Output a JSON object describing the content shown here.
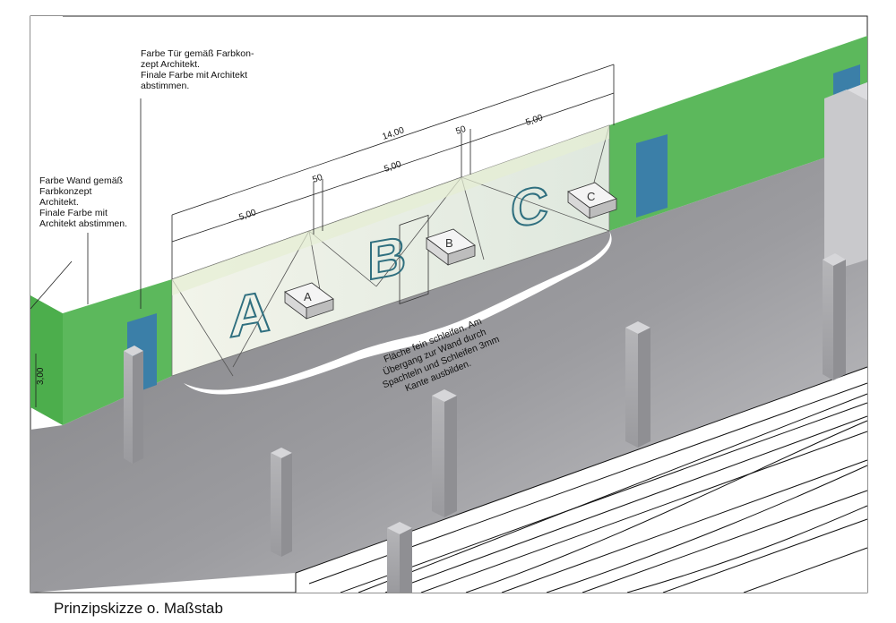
{
  "notes": {
    "door_color": "Farbe Tür gemäß Farbkon-\nzept Architekt.\nFinale Farbe mit Architekt\nabstimmen.",
    "wall_color": "Farbe Wand gemäß\nFarbkonzept\nArchitekt.\nFinale Farbe mit\nArchitekt abstimmen.",
    "floor": [
      "Fläche fein schleifen. Am",
      "Übergang zur Wand durch",
      "Spachteln und Schleifen 3mm",
      "Kante ausbilden."
    ]
  },
  "dimensions": {
    "total": "14,00",
    "segment_a": "5,00",
    "segment_b": "5,00",
    "segment_c": "5,00",
    "gap_1": "50",
    "gap_2": "50",
    "wall_height": "3,00"
  },
  "zones": {
    "big_letters": [
      "A",
      "B",
      "C"
    ],
    "sign_letters": [
      "A",
      "B",
      "C"
    ]
  },
  "caption": "Prinzipskizze o. Maßstab",
  "colors": {
    "wall_green": "#5cb85c",
    "floor_gray": "#8a8a8d",
    "door_blue": "#3b7fa8",
    "letter_outline": "#2f6f7f",
    "glass": "#e8efe0"
  }
}
